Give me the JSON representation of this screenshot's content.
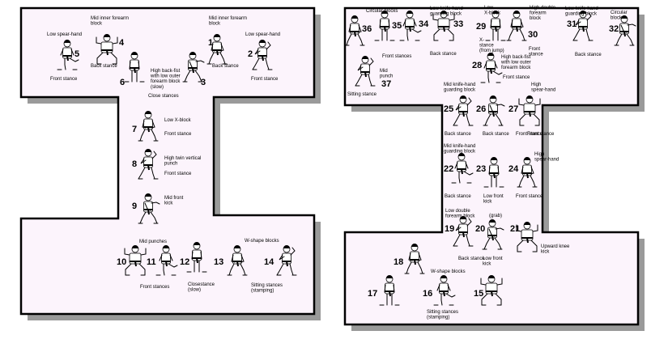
{
  "panels": [
    {
      "id": "left",
      "moves": [
        {
          "num": "1",
          "label": "Mid inner forearm\nblock"
        },
        {
          "num": "2",
          "label": "Low spear-hand"
        },
        {
          "num": "3",
          "label": "High back-fist\nwith low outer\nforearm block\n(slow)"
        },
        {
          "num": "4",
          "label": "Mid inner forearm\nblock"
        },
        {
          "num": "5",
          "label": "Low spear-hand"
        },
        {
          "num": "6",
          "label": ""
        },
        {
          "num": "7",
          "label": "Low X-block"
        },
        {
          "num": "8",
          "label": "High twin vertical\npunch"
        },
        {
          "num": "9",
          "label": "Mid front\nkick"
        },
        {
          "num": "10",
          "label": "Mid punches"
        },
        {
          "num": "11",
          "label": ""
        },
        {
          "num": "12",
          "label": ""
        },
        {
          "num": "13",
          "label": "W-shape blocks"
        },
        {
          "num": "14",
          "label": ""
        }
      ],
      "stances": [
        {
          "text": "Back stance"
        },
        {
          "text": "Front stance"
        },
        {
          "text": "Back stance"
        },
        {
          "text": "Front stance"
        },
        {
          "text": "Close stances"
        },
        {
          "text": "Front stance"
        },
        {
          "text": "Front stance"
        },
        {
          "text": "Front stances"
        },
        {
          "text": "Closestance\n(slow)"
        },
        {
          "text": "Sitting stances\n(stamping)"
        }
      ]
    },
    {
      "id": "right",
      "moves": [
        {
          "num": "15",
          "label": ""
        },
        {
          "num": "16",
          "label": "W-shape blocks"
        },
        {
          "num": "17",
          "label": ""
        },
        {
          "num": "18",
          "label": ""
        },
        {
          "num": "19",
          "label": "Low double\nforearm block"
        },
        {
          "num": "20",
          "label": "(grab)"
        },
        {
          "num": "21",
          "label": "Upward knee\nkick"
        },
        {
          "num": "22",
          "label": "Mid knife-hand\nguarding block"
        },
        {
          "num": "23",
          "label": ""
        },
        {
          "num": "24",
          "label": "High\nspear-hand"
        },
        {
          "num": "25",
          "label": "Mid knife-hand\nguarding block"
        },
        {
          "num": "26",
          "label": ""
        },
        {
          "num": "27",
          "label": "High\nspear-hand"
        },
        {
          "num": "28",
          "label": "High back-fist\nwith low outer\nforearm block"
        },
        {
          "num": "29",
          "label": "Low\nX-block"
        },
        {
          "num": "30",
          "label": "High double\nforearm\nblock"
        },
        {
          "num": "31",
          "label": "Low knife-hand\nguarding block"
        },
        {
          "num": "32",
          "label": "Circular\nblock"
        },
        {
          "num": "33",
          "label": "Low knife-hand\nguarding block"
        },
        {
          "num": "34",
          "label": ""
        },
        {
          "num": "35",
          "label": ""
        },
        {
          "num": "36",
          "label": "Circular blocks"
        },
        {
          "num": "37",
          "label": "Mid\npunch"
        }
      ],
      "stances": [
        {
          "text": "Front stances"
        },
        {
          "text": "Back stance"
        },
        {
          "text": "X-\nstance\n(from jump)"
        },
        {
          "text": "Front\nstance"
        },
        {
          "text": "Back stance"
        },
        {
          "text": "Front stance"
        },
        {
          "text": "Sitting stance"
        },
        {
          "text": "Back stance"
        },
        {
          "text": "Back stance"
        },
        {
          "text": "Low front\nkick"
        },
        {
          "text": "Front stance"
        },
        {
          "text": "Back stance"
        },
        {
          "text": "Low front\nkick"
        },
        {
          "text": "Front stance"
        },
        {
          "text": "Back stance"
        },
        {
          "text": "Front stance"
        },
        {
          "text": "Sitting stances\n(stamping)"
        }
      ]
    }
  ]
}
